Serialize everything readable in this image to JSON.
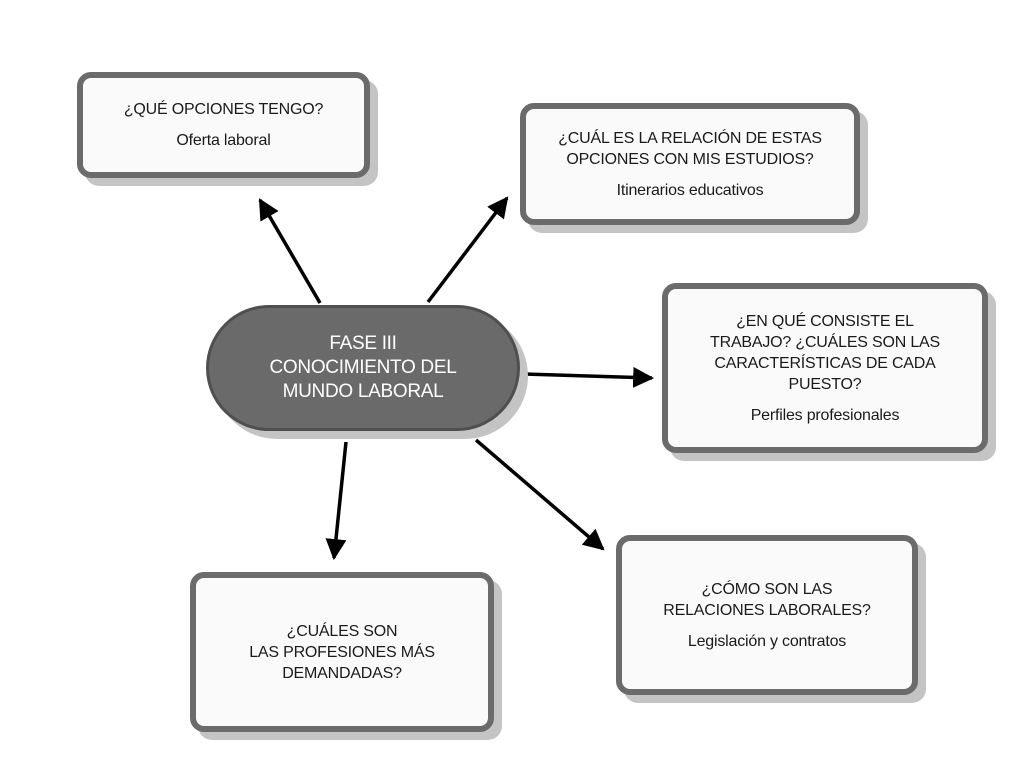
{
  "center": {
    "text": "FASE III\nCONOCIMIENTO DEL\nMUNDO LABORAL"
  },
  "nodes": {
    "opciones": {
      "question": "¿QUÉ OPCIONES TENGO?",
      "subtitle": "Oferta laboral"
    },
    "relacion": {
      "question": "¿CUÁL ES LA RELACIÓN DE ESTAS\nOPCIONES CON MIS ESTUDIOS?",
      "subtitle": "Itinerarios educativos"
    },
    "trabajo": {
      "question": "¿EN QUÉ CONSISTE EL\nTRABAJO? ¿CUÁLES SON LAS\nCARACTERÍSTICAS DE CADA\nPUESTO?",
      "subtitle": "Perfiles profesionales"
    },
    "relaciones": {
      "question": "¿CÓMO SON LAS\nRELACIONES LABORALES?",
      "subtitle": "Legislación y contratos"
    },
    "profesiones": {
      "question": "¿CUÁLES SON\nLAS PROFESIONES MÁS\nDEMANDADAS?"
    }
  },
  "colors": {
    "center_fill": "#6a6a6a",
    "box_border": "#6b6b6b",
    "shadow": "#c4c4c4",
    "arrow": "#000000"
  }
}
